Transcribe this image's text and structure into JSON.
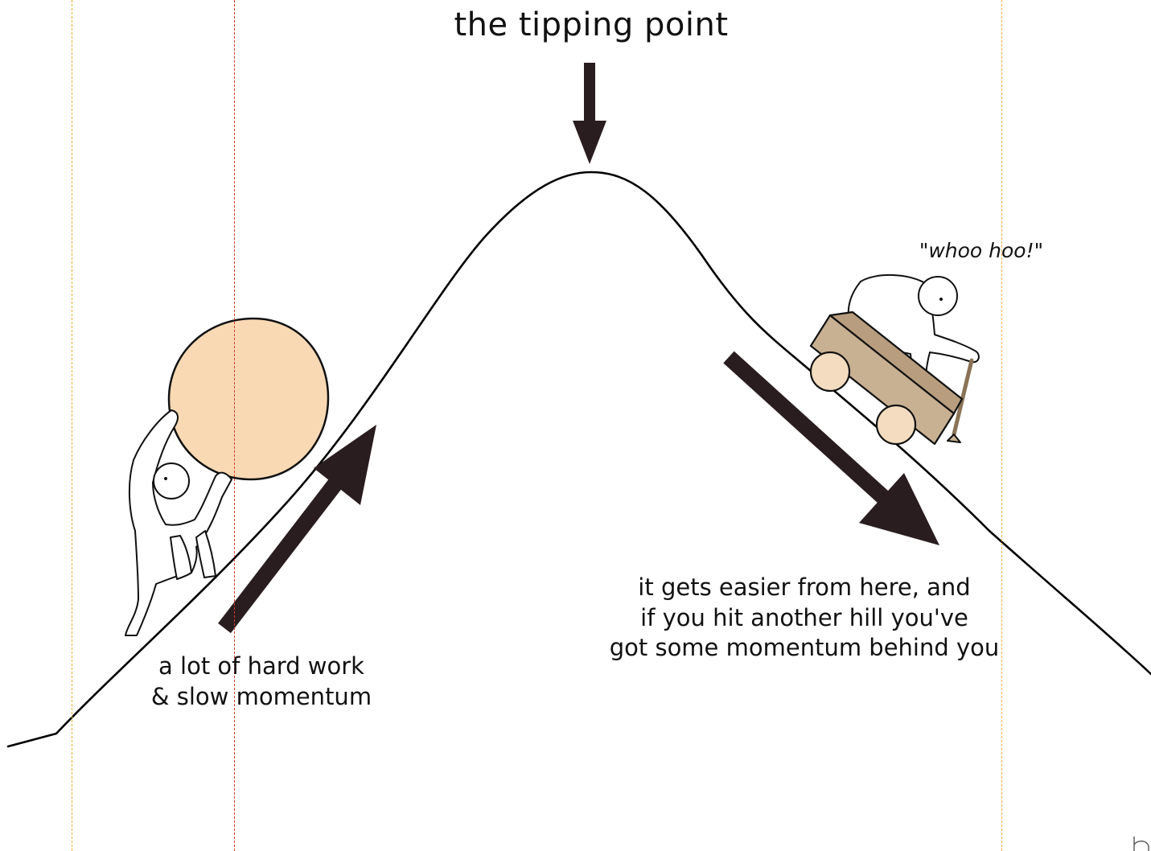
{
  "diagram": {
    "title": "the tipping point",
    "left_caption": [
      "a lot of hard work",
      "& slow momentum"
    ],
    "right_caption": [
      "it gets easier from here, and",
      "if you hit another hill you've",
      "got some momentum behind you"
    ],
    "exclamation": "\"whoo hoo!\""
  },
  "colors": {
    "line": "#000000",
    "arrow": "#2a1d1f",
    "boulder": "#f8d9b4",
    "cart": "#c8b092",
    "wheel": "#f3dcc0",
    "guide_orange": "#f0a830",
    "guide_red": "#d83a2a"
  }
}
